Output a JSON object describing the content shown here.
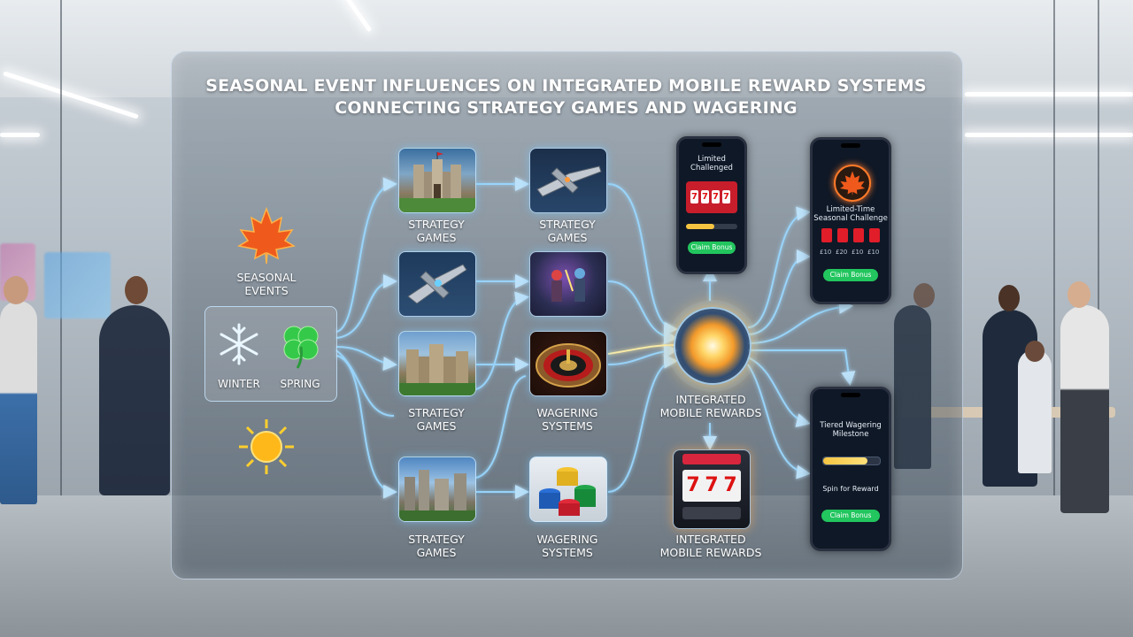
{
  "title": {
    "line1": "SEASONAL EVENT INFLUENCES ON INTEGRATED MOBILE REWARD SYSTEMS",
    "line2": "CONNECTING STRATEGY GAMES AND WAGERING"
  },
  "seasons": {
    "heading": [
      "SEASONAL",
      "EVENTS"
    ],
    "winter": "WINTER",
    "spring": "SPRING"
  },
  "nodes": {
    "strategy1": [
      "STRATEGY",
      "GAMES"
    ],
    "strategy2": [
      "STRATEGY",
      "GAMES"
    ],
    "strategy3": [
      "STRATEGY",
      "GAMES"
    ],
    "strategy4": [
      "STRATEGY",
      "GAMES"
    ],
    "wagering1": [
      "WAGERING",
      "SYSTEMS"
    ],
    "wagering2": [
      "WAGERING",
      "SYSTEMS"
    ],
    "rewards1": [
      "INTEGRATED",
      "MOBILE REWARDS"
    ],
    "rewards2": [
      "INTEGRATED",
      "MOBILE REWARDS"
    ]
  },
  "phones": {
    "phone1": {
      "title": [
        "Limited",
        "Challenged"
      ],
      "button": "Claim Bonus"
    },
    "phone2": {
      "title": [
        "Limited-Time",
        "Seasonal Challenge"
      ],
      "button": "Claim Bonus",
      "caps": [
        "£10",
        "£20",
        "£10",
        "£10"
      ]
    },
    "phone3": {
      "title": [
        "Tiered Wagering",
        "Milestone"
      ],
      "sub": "Spin for Reward",
      "button": "Claim Bonus"
    }
  },
  "colors": {
    "flow": "#8fd3ff",
    "flow_glow": "#3fa7ff",
    "accent_green": "#22c55e",
    "accent_red": "#e11d2a"
  }
}
